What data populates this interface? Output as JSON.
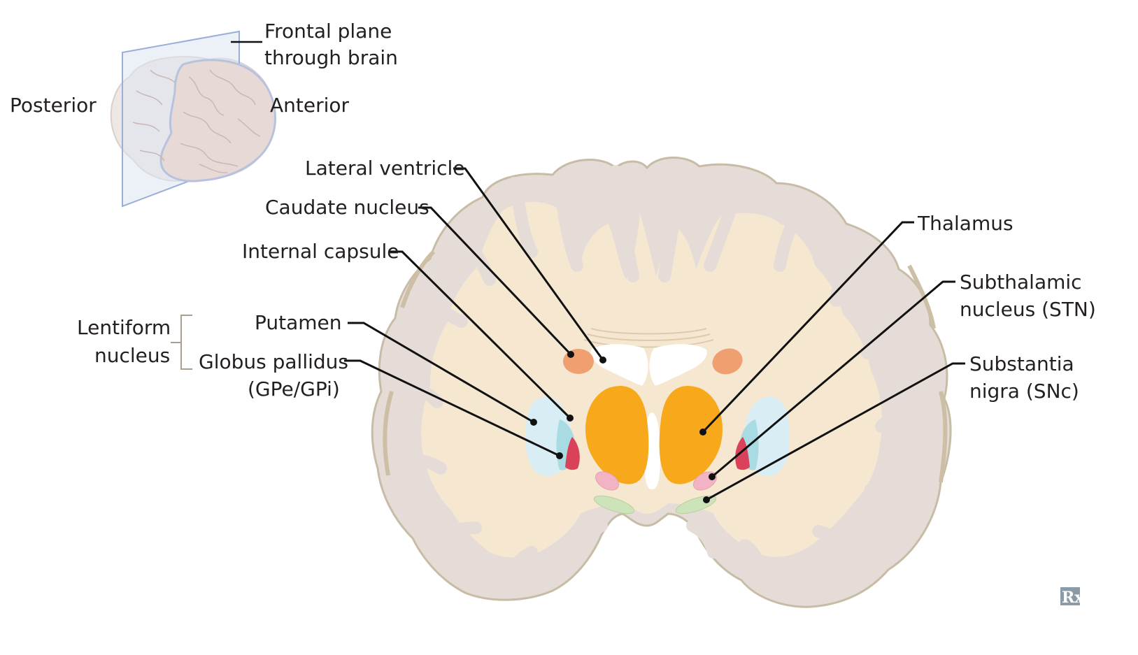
{
  "inset": {
    "plane_label_line1": "Frontal plane",
    "plane_label_line2": "through brain",
    "posterior_label": "Posterior",
    "anterior_label": "Anterior"
  },
  "labels_left": {
    "lateral_ventricle": "Lateral ventricle",
    "caudate_nucleus": "Caudate nucleus",
    "internal_capsule": "Internal capsule",
    "lentiform_line1": "Lentiform",
    "lentiform_line2": "nucleus",
    "putamen": "Putamen",
    "globus_pallidus_line1": "Globus pallidus",
    "globus_pallidus_line2": "(GPe/GPi)"
  },
  "labels_right": {
    "thalamus": "Thalamus",
    "subthalamic_line1": "Subthalamic",
    "subthalamic_line2": "nucleus (STN)",
    "substantia_line1": "Substantia",
    "substantia_line2": "nigra (SNc)"
  },
  "logo": {
    "text": "Rx"
  },
  "colors": {
    "cortex_gray": "#e5dbd7",
    "cortex_edge": "#c9bfa8",
    "white_matter": "#f6e6cd",
    "ventricle": "#ffffff",
    "caudate": "#f0a070",
    "thalamus": "#f7a81b",
    "putamen": "#d9edf5",
    "globus_pallidus_ext": "#a9dbe3",
    "globus_pallidus_int": "#d9425a",
    "subthalamic": "#f2b4c4",
    "substantia_nigra": "#cde3b9",
    "plane": "#9aaed8"
  }
}
